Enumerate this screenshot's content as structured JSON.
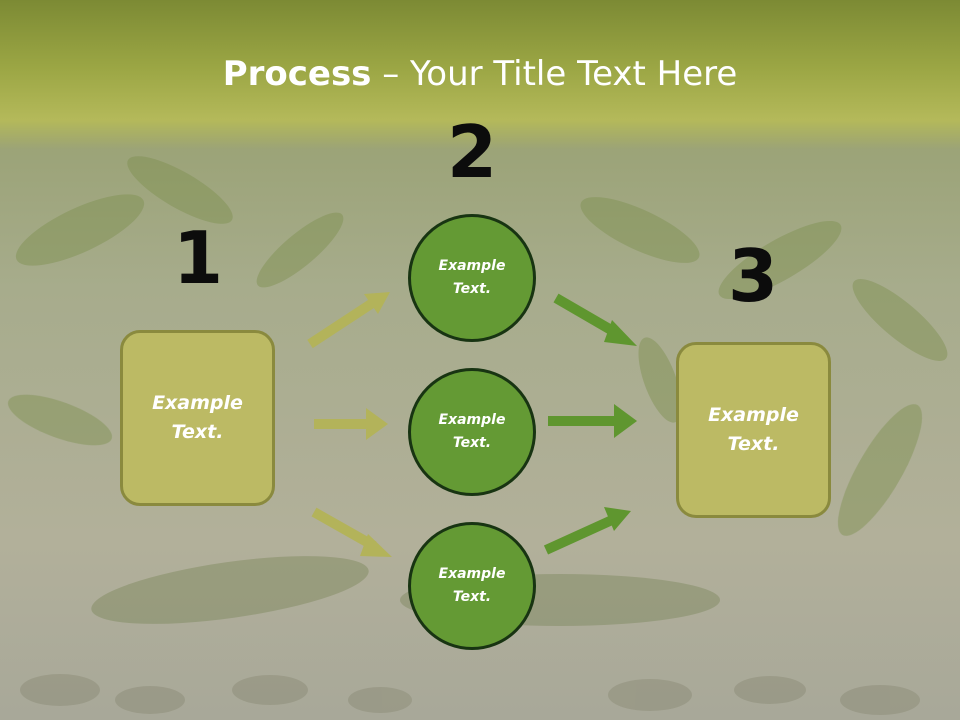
{
  "title": {
    "bold": "Process",
    "rest": " – Your Title Text Here"
  },
  "steps": [
    {
      "number": "1",
      "label": "Example\nText."
    },
    {
      "number": "2",
      "label": "Example\nText."
    },
    {
      "number": "3",
      "label": "Example\nText."
    }
  ],
  "circles": [
    {
      "label": "Example\nText."
    },
    {
      "label": "Example\nText."
    },
    {
      "label": "Example\nText."
    }
  ],
  "colors": {
    "box_fill": "#bcba64",
    "circle_fill": "#649a34",
    "arrow_left": "#b3b35a",
    "arrow_right": "#5f962f",
    "title_band": "#9ba644"
  }
}
